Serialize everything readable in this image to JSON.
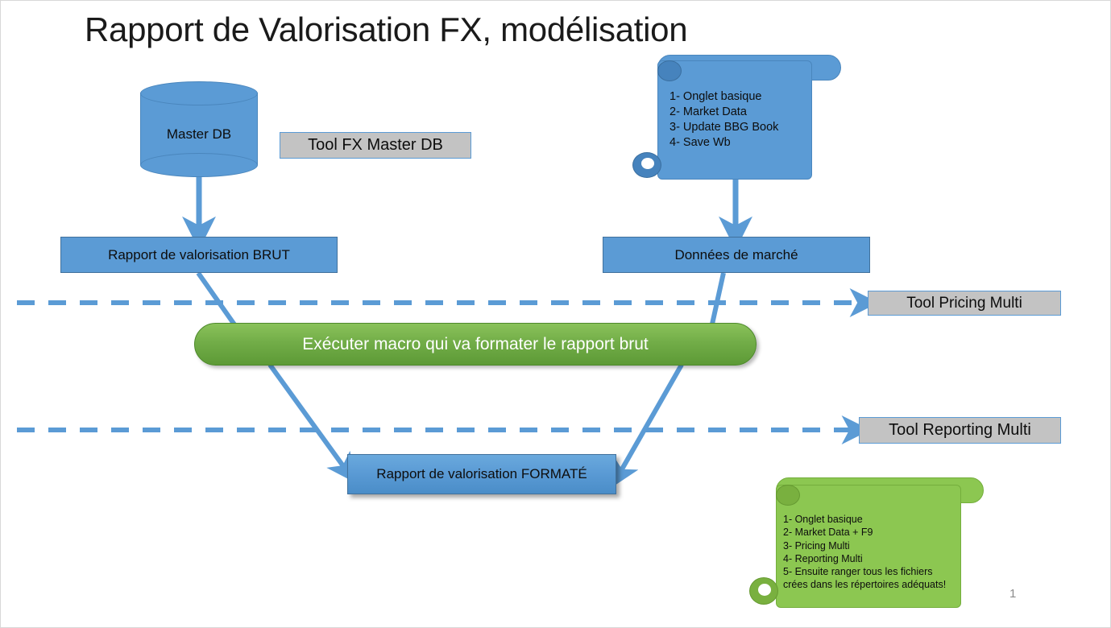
{
  "slide": {
    "title": "Rapport de Valorisation FX, modélisation",
    "page_number": "1",
    "background_color": "#FFFFFF"
  },
  "palette": {
    "blue": "#5B9BD5",
    "blue_border": "#41719C",
    "green_pill": "#70AD47",
    "green_scroll": "#8CC751",
    "gray_tag": "#C3C3C3",
    "text_dark": "#0D0D0D",
    "text_white": "#FFFFFF",
    "page_number_gray": "#8C8C8C"
  },
  "nodes": {
    "database": {
      "label": "Master DB",
      "shape": "cylinder",
      "color": "#5B9BD5"
    },
    "report_raw": {
      "label": "Rapport de valorisation BRUT",
      "shape": "rectangle",
      "color": "#5B9BD5"
    },
    "market_data": {
      "label": "Données de marché",
      "shape": "rectangle",
      "color": "#5B9BD5"
    },
    "macro": {
      "label": "Exécuter macro qui va formater le rapport brut",
      "shape": "rounded-pill",
      "color": "#70AD47"
    },
    "report_formatted": {
      "label": "Rapport de valorisation FORMATÉ",
      "shape": "rectangle",
      "color": "#5B9BD5"
    }
  },
  "tags": {
    "master_db": "Tool FX Master DB",
    "pricing_multi": "Tool Pricing Multi",
    "reporting_multi": "Tool Reporting Multi"
  },
  "scrolls": {
    "blue": {
      "color": "#5B9BD5",
      "lines": [
        "1- Onglet basique",
        "2- Market Data",
        "3- Update  BBG Book",
        "4- Save Wb"
      ],
      "text": "1- Onglet basique\n2- Market Data\n3- Update  BBG Book\n4- Save Wb"
    },
    "green": {
      "color": "#8CC751",
      "lines": [
        "1- Onglet basique",
        "2- Market Data + F9",
        "3- Pricing Multi",
        "4- Reporting  Multi",
        "5- Ensuite ranger tous les fichiers",
        "crées dans les répertoires adéquats!"
      ],
      "text": "1- Onglet basique\n2- Market Data + F9\n3- Pricing Multi\n4- Reporting  Multi\n5- Ensuite ranger tous les fichiers\ncrées dans les répertoires adéquats!"
    }
  },
  "connectors": [
    {
      "from": "database",
      "to": "report_raw",
      "style": "solid-arrow",
      "color": "#5B9BD5"
    },
    {
      "from": "blue_scroll",
      "to": "market_data",
      "style": "solid-arrow",
      "color": "#5B9BD5"
    },
    {
      "from": "report_raw",
      "to": "macro",
      "style": "solid-line",
      "color": "#5B9BD5"
    },
    {
      "from": "market_data",
      "to": "macro",
      "style": "solid-line",
      "color": "#5B9BD5"
    },
    {
      "from": "macro",
      "to": "report_formatted",
      "style": "solid-arrow",
      "color": "#5B9BD5"
    },
    {
      "from": "macro",
      "to": "report_formatted",
      "style": "solid-arrow",
      "color": "#5B9BD5"
    }
  ],
  "swimlanes": [
    {
      "label": "Tool Pricing Multi",
      "style": "dashed",
      "color": "#5B9BD5"
    },
    {
      "label": "Tool Reporting Multi",
      "style": "dashed",
      "color": "#5B9BD5"
    }
  ]
}
